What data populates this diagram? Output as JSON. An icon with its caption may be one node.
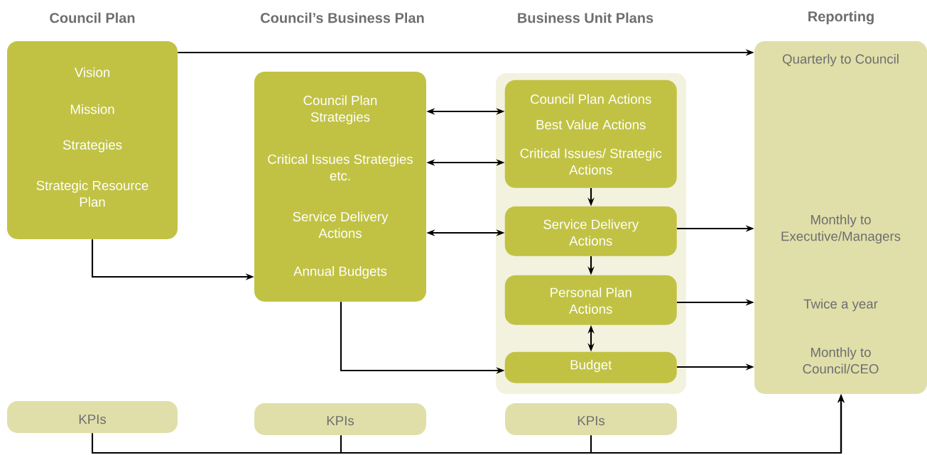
{
  "diagram": {
    "nodes": [
      {
        "text": [
          "Vision",
          "Mission",
          "Strategies",
          "Strategic Resource Plan"
        ]
      },
      {
        "text": [
          "Council Plan Strategies",
          "Critical Issues Strategies etc.",
          "Service Delivery Actions",
          "Annual Budgets"
        ]
      },
      {
        "text": [],
        "shape": "box"
      },
      {
        "text": [
          "Council Plan Actions",
          "Best Value Actions",
          "Critical Issues/ Strategic Actions"
        ],
        "in": 2
      },
      {
        "text": [
          "Service Delivery Actions"
        ],
        "in": 2
      },
      {
        "text": [
          "Personal Plan Actions"
        ],
        "in": 2
      },
      {
        "text": [
          "Budget"
        ],
        "in": 2
      },
      {
        "text": [
          "Quarterly to Council",
          "Monthly to Executive/Managers",
          "Twice a year",
          "Monthly to Council/CEO"
        ]
      },
      {
        "text": [
          "KPIs"
        ]
      },
      {
        "text": [
          "KPIs"
        ]
      },
      {
        "text": [
          "KPIs"
        ]
      }
    ],
    "edges": [
      {
        "from": 0,
        "to": 7,
        "arrow": "to"
      },
      {
        "from": 0,
        "to": 1,
        "arrow": "to"
      },
      {
        "from": 1,
        "to": 3,
        "arrow": "both"
      },
      {
        "from": 1,
        "to": 3,
        "arrow": "both"
      },
      {
        "from": 1,
        "to": 4,
        "arrow": "both"
      },
      {
        "from": 1,
        "to": 6,
        "arrow": "to"
      },
      {
        "from": 3,
        "to": 4,
        "arrow": "to"
      },
      {
        "from": 4,
        "to": 5,
        "arrow": "to"
      },
      {
        "from": 5,
        "to": 6,
        "arrow": "both"
      },
      {
        "from": 4,
        "to": 7,
        "arrow": "to"
      },
      {
        "from": 5,
        "to": 7,
        "arrow": "to"
      },
      {
        "from": 6,
        "to": 7,
        "arrow": "to"
      },
      {
        "from": 8,
        "to": 7,
        "arrow": "to"
      },
      {
        "from": 9,
        "to": 7,
        "arrow": "to"
      },
      {
        "from": 10,
        "to": 7,
        "arrow": "to"
      }
    ],
    "labels": [
      "Council Plan",
      "Council’s Business Plan",
      "Business Unit Plans",
      "Reporting"
    ]
  }
}
